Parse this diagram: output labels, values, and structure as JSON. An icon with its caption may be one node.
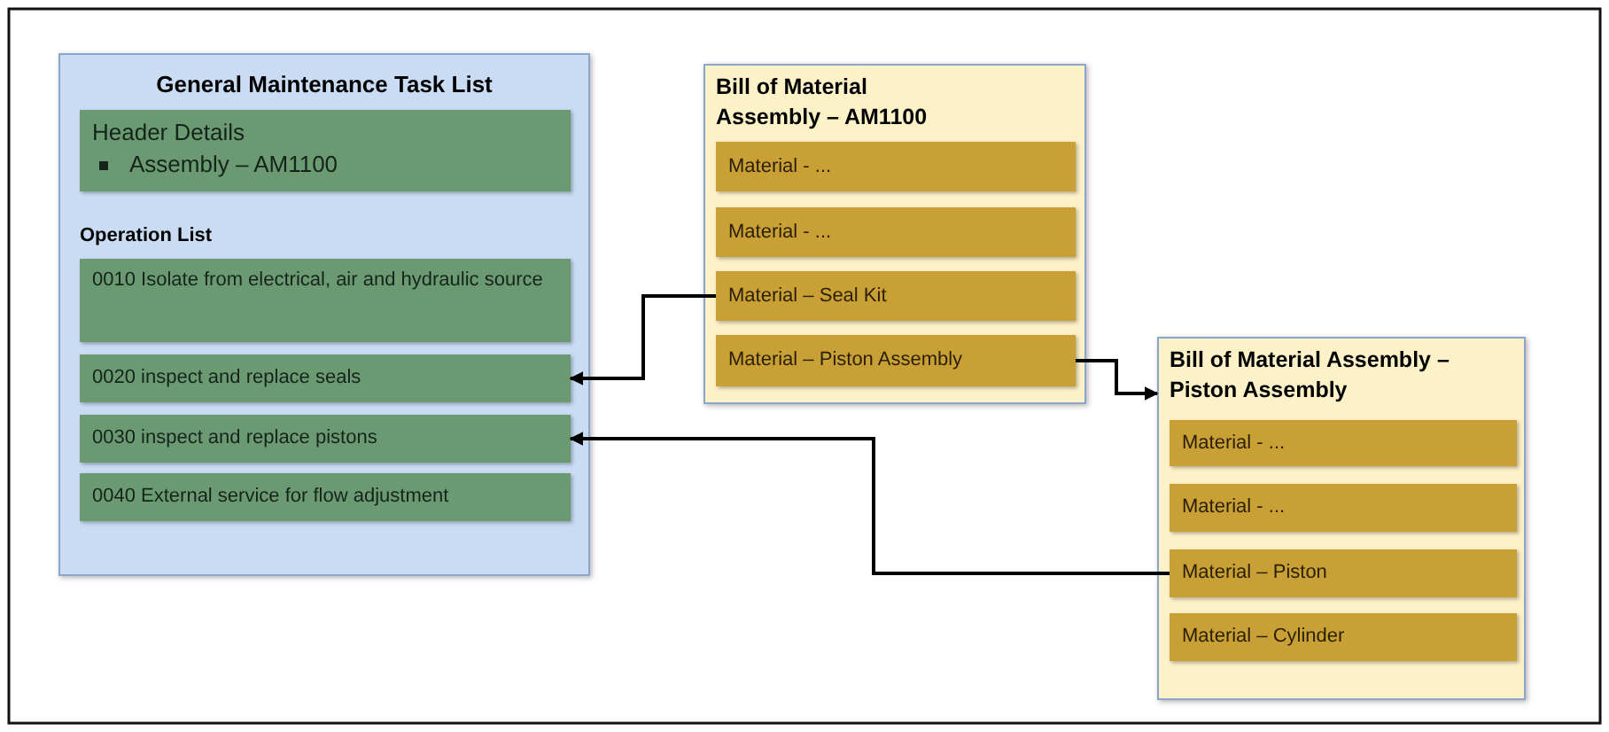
{
  "diagram": {
    "nodes": [
      {
        "text": [
          "General Maintenance Task List",
          "Operation List"
        ]
      },
      {
        "text": [
          "Header Details",
          "Assembly – AM1100"
        ],
        "in": 0
      },
      {
        "text": [
          "0010 Isolate from electrical, air and hydraulic source"
        ],
        "in": 0
      },
      {
        "text": [
          "0020 inspect and replace seals"
        ],
        "in": 0
      },
      {
        "text": [
          "0030 inspect and replace pistons"
        ],
        "in": 0
      },
      {
        "text": [
          "0040 External service for flow adjustment"
        ],
        "in": 0
      },
      {
        "text": [
          "Bill of Material Assembly – AM1100"
        ]
      },
      {
        "text": [
          "Material - ..."
        ],
        "in": 6
      },
      {
        "text": [
          "Material - ..."
        ],
        "in": 6
      },
      {
        "text": [
          "Material – Seal Kit"
        ],
        "in": 6
      },
      {
        "text": [
          "Material – Piston Assembly"
        ],
        "in": 6
      },
      {
        "text": [
          "Bill of Material Assembly – Piston Assembly"
        ]
      },
      {
        "text": [
          "Material - ..."
        ],
        "in": 11
      },
      {
        "text": [
          "Material - ..."
        ],
        "in": 11
      },
      {
        "text": [
          "Material – Piston"
        ],
        "in": 11
      },
      {
        "text": [
          "Material – Cylinder"
        ],
        "in": 11
      }
    ],
    "edges": [
      {
        "from": 9,
        "to": 3,
        "arrow": "to"
      },
      {
        "from": 10,
        "to": 11,
        "arrow": "to"
      },
      {
        "from": 14,
        "to": 4,
        "arrow": "to"
      }
    ]
  }
}
